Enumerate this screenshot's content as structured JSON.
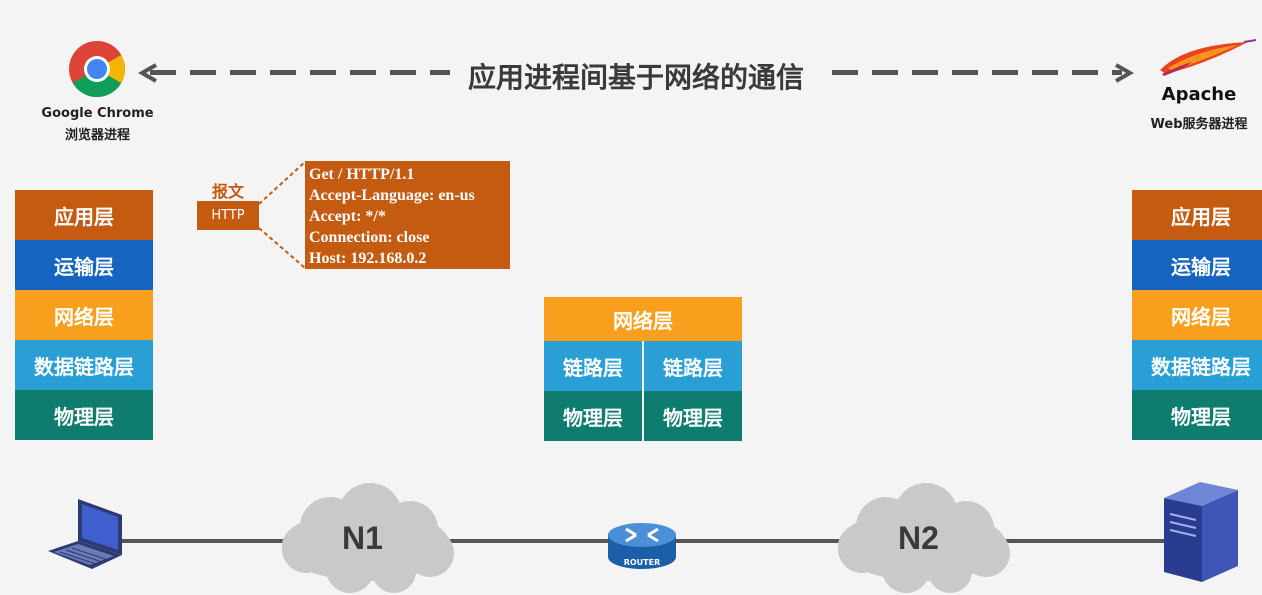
{
  "title": "应用进程间基于网络的通信",
  "client": {
    "name": "Google Chrome",
    "role": "浏览器进程"
  },
  "server": {
    "name": "Apache",
    "role": "Web服务器进程"
  },
  "client_stack": [
    "应用层",
    "运输层",
    "网络层",
    "数据链路层",
    "物理层"
  ],
  "server_stack": [
    "应用层",
    "运输层",
    "网络层",
    "数据链路层",
    "物理层"
  ],
  "router_stack": {
    "top": "网络层",
    "left": [
      "链路层",
      "物理层"
    ],
    "right": [
      "链路层",
      "物理层"
    ]
  },
  "message": {
    "label": "报文",
    "protocol": "HTTP",
    "lines": [
      "Get / HTTP/1.1",
      "Accept-Language: en-us",
      "Accept: */*",
      "Connection: close",
      "Host: 192.168.0.2"
    ]
  },
  "network": {
    "n1": "N1",
    "n2": "N2",
    "router_label": "ROUTER"
  },
  "colors": {
    "application": "#c55a11",
    "transport": "#1565c0",
    "network": "#f8a01e",
    "datalink": "#2a9fd6",
    "physical": "#0f7c70"
  },
  "icons": [
    "chrome-icon",
    "apache-feather-icon",
    "laptop-icon",
    "router-icon",
    "server-icon",
    "cloud-icon"
  ]
}
